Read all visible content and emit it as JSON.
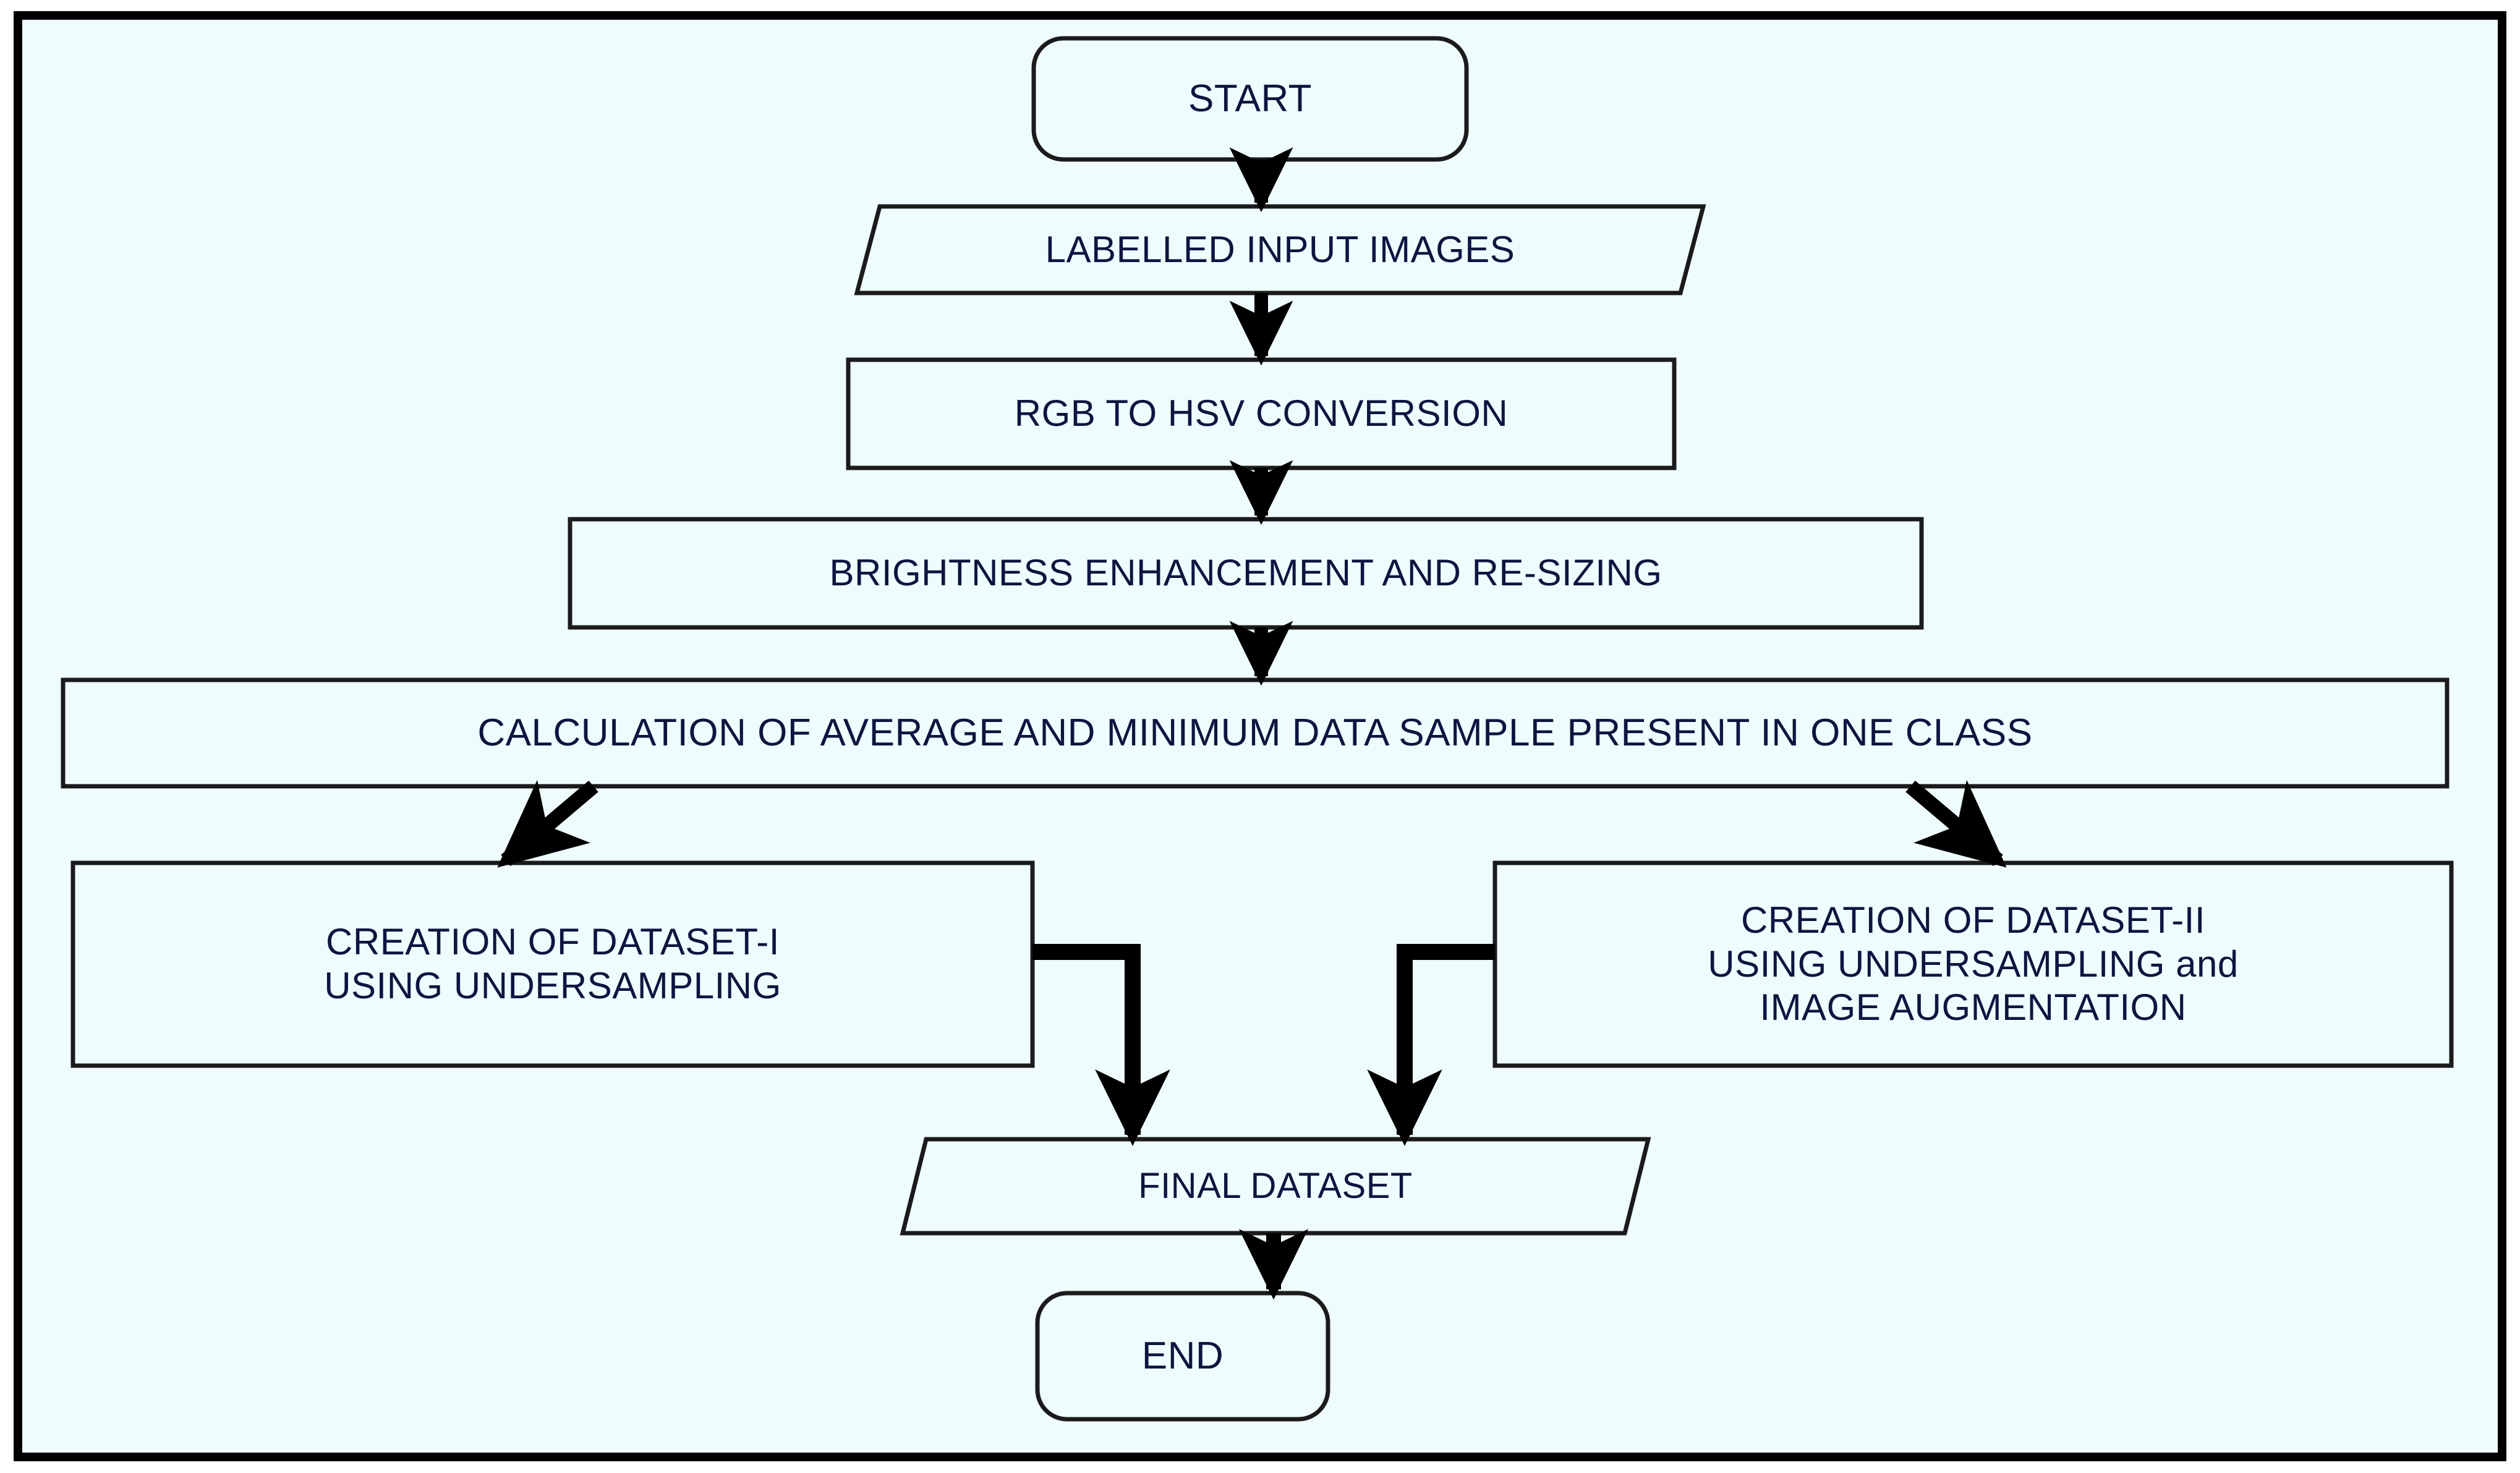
{
  "diagram": {
    "title": "Dataset Preparation Flowchart",
    "background_color": "#effcfd",
    "frame_color": "#000000",
    "text_color": "#0b1640",
    "shape_fill": "#effcfd",
    "shape_stroke": "#1b1b1b",
    "connector_color": "#000000"
  },
  "nodes": {
    "start": {
      "label": "START",
      "shape": "terminator"
    },
    "labelled_input": {
      "label": "LABELLED INPUT IMAGES",
      "shape": "parallelogram"
    },
    "rgb_hsv": {
      "label": "RGB TO HSV CONVERSION",
      "shape": "process"
    },
    "brightness": {
      "label": "BRIGHTNESS ENHANCEMENT AND RE-SIZING",
      "shape": "process"
    },
    "calculation": {
      "label": "CALCULATION OF AVERAGE AND MINIMUM DATA SAMPLE PRESENT IN ONE CLASS",
      "shape": "process"
    },
    "dataset_one": {
      "label": "CREATION OF DATASET-I\nUSING UNDERSAMPLING",
      "shape": "process"
    },
    "dataset_two": {
      "label": "CREATION OF DATASET-II\nUSING UNDERSAMPLING and\nIMAGE AUGMENTATION",
      "shape": "process"
    },
    "final_dataset": {
      "label": "FINAL DATASET",
      "shape": "parallelogram"
    },
    "end": {
      "label": "END",
      "shape": "terminator"
    }
  },
  "edges": [
    {
      "from": "start",
      "to": "labelled_input",
      "style": "straight-down"
    },
    {
      "from": "labelled_input",
      "to": "rgb_hsv",
      "style": "straight-down"
    },
    {
      "from": "rgb_hsv",
      "to": "brightness",
      "style": "straight-down"
    },
    {
      "from": "brightness",
      "to": "calculation",
      "style": "straight-down"
    },
    {
      "from": "calculation",
      "to": "dataset_one",
      "style": "diagonal-down-left"
    },
    {
      "from": "calculation",
      "to": "dataset_two",
      "style": "diagonal-down-right"
    },
    {
      "from": "dataset_one",
      "to": "final_dataset",
      "style": "elbow-right-down"
    },
    {
      "from": "dataset_two",
      "to": "final_dataset",
      "style": "elbow-left-down"
    },
    {
      "from": "final_dataset",
      "to": "end",
      "style": "straight-down"
    }
  ]
}
